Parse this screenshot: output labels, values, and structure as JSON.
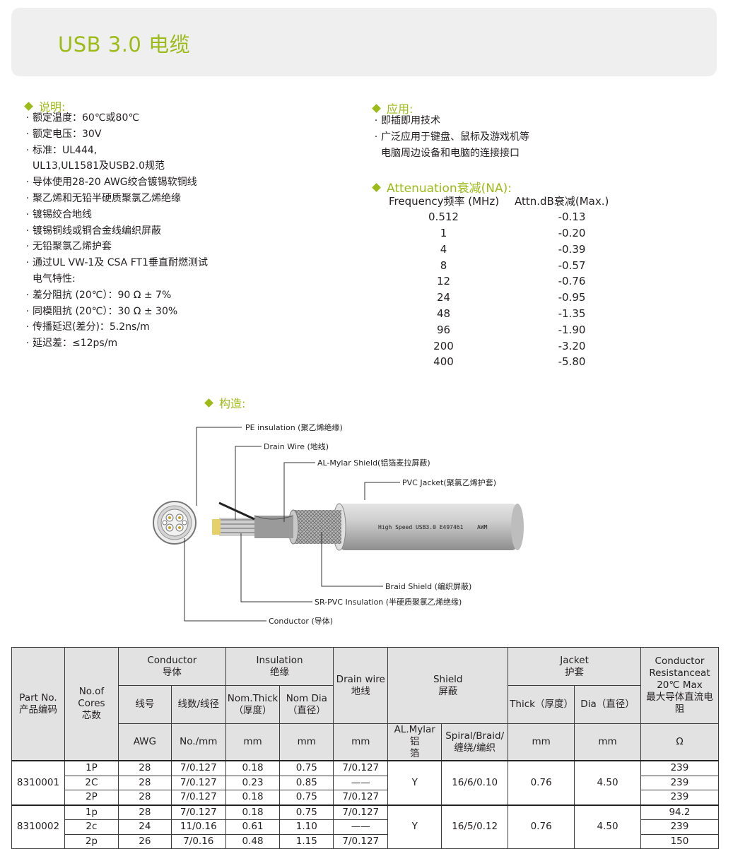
{
  "header": {
    "title": "USB 3.0 电缆"
  },
  "description": {
    "heading": "说明:",
    "items": [
      "额定温度：60℃或80℃",
      "额定电压：30V",
      "标准：UL444,",
      "UL13,UL1581及USB2.0规范",
      "导体使用28-20 AWG绞合镀锡软铜线",
      "聚乙烯和无铅半硬质聚氯乙烯绝缘",
      "镀锡绞合地线",
      "镀锡铜线或铜合金线编织屏蔽",
      "无铅聚氯乙烯护套",
      "通过UL VW-1及 CSA FT1垂直耐燃测试",
      "电气特性:",
      "差分阻抗 (20℃）：90 Ω ± 7%",
      "同模阻抗 (20℃）：30 Ω ± 30%",
      "传播延迟(差分)：5.2ns/m",
      "延迟差：≤12ps/m"
    ]
  },
  "application": {
    "heading": "应用:",
    "items": [
      "即插即用技术",
      "广泛应用于键盘、鼠标及游戏机等",
      "电脑周边设备和电脑的连接接口"
    ]
  },
  "attenuation": {
    "heading": "Attenuation衰减(NA):",
    "col_freq": "Frequency频率 (MHz)",
    "col_attn": "Attn.dB衰减(Max.)",
    "rows": [
      [
        "0.512",
        "-0.13"
      ],
      [
        "1",
        "-0.20"
      ],
      [
        "4",
        "-0.39"
      ],
      [
        "8",
        "-0.57"
      ],
      [
        "12",
        "-0.76"
      ],
      [
        "24",
        "-0.95"
      ],
      [
        "48",
        "-1.35"
      ],
      [
        "96",
        "-1.90"
      ],
      [
        "200",
        "-3.20"
      ],
      [
        "400",
        "-5.80"
      ]
    ]
  },
  "construction": {
    "heading": "构造:",
    "labels": {
      "pe": "PE insulation (聚乙烯绝缘)",
      "drain": "Drain Wire (地线)",
      "mylar": "AL-Mylar Shield(铝箔麦拉屏蔽)",
      "jacket": "PVC Jacket(聚氯乙烯护套)",
      "braid": "Braid Shield (编织屏蔽)",
      "srpvc": "SR-PVC Insulation (半硬质聚氯乙烯绝缘)",
      "conductor": "Conductor (导体)",
      "print": "High Speed USB3.0 E497461",
      "awm": "AWM"
    }
  },
  "spec_table": {
    "h_part": "Part No.\n产品编码",
    "h_cores": "No.of\nCores\n芯数",
    "h_conductor": "Conductor\n导体",
    "h_insulation": "Insulation\n绝缘",
    "h_drain": "Drain wire\n地线",
    "h_shield": "Shield\n屏蔽",
    "h_jacket": "Jacket\n护套",
    "h_resist": "Conductor\nResistanceat\n20℃ Max\n最大导体直流电\n阻",
    "h_awm": "线号",
    "h_strand": "线数/线径",
    "h_nomthick": "Nom.Thick\n（厚度）",
    "h_nomdia": "Nom Dia\n（直径）",
    "h_thick": "Thick（厚度）",
    "h_dia": "Dia（直径）",
    "u_awg": "AWG",
    "u_no": "No./mm",
    "u_mm1": "mm",
    "u_mm2": "mm",
    "u_mm3": "mm",
    "u_mylar": "AL.Mylar铝\n箔",
    "u_spiral": "Spiral/Braid/\n缠绕/编织",
    "u_mm4": "mm",
    "u_mm5": "mm",
    "u_ohm": "Ω",
    "groups": [
      {
        "part": "8310001",
        "mylar": "Y",
        "spiral": "16/6/0.10",
        "thick": "0.76",
        "dia": "4.50",
        "rows": [
          {
            "cores": "1P",
            "awg": "28",
            "strand": "7/0.127",
            "nthick": "0.18",
            "ndia": "0.75",
            "drain": "7/0.127",
            "res": "239"
          },
          {
            "cores": "2C",
            "awg": "28",
            "strand": "7/0.127",
            "nthick": "0.23",
            "ndia": "0.85",
            "drain": "——",
            "res": "239"
          },
          {
            "cores": "2P",
            "awg": "28",
            "strand": "7/0.127",
            "nthick": "0.18",
            "ndia": "0.75",
            "drain": "7/0.127",
            "res": "239"
          }
        ]
      },
      {
        "part": "8310002",
        "mylar": "Y",
        "spiral": "16/5/0.12",
        "thick": "0.76",
        "dia": "4.50",
        "rows": [
          {
            "cores": "1p",
            "awg": "28",
            "strand": "7/0.127",
            "nthick": "0.18",
            "ndia": "0.75",
            "drain": "7/0.127",
            "res": "94.2"
          },
          {
            "cores": "2c",
            "awg": "24",
            "strand": "11/0.16",
            "nthick": "0.61",
            "ndia": "1.10",
            "drain": "——",
            "res": "239"
          },
          {
            "cores": "2p",
            "awg": "26",
            "strand": "7/0.16",
            "nthick": "0.48",
            "ndia": "1.15",
            "drain": "7/0.127",
            "res": "150"
          }
        ]
      }
    ]
  }
}
